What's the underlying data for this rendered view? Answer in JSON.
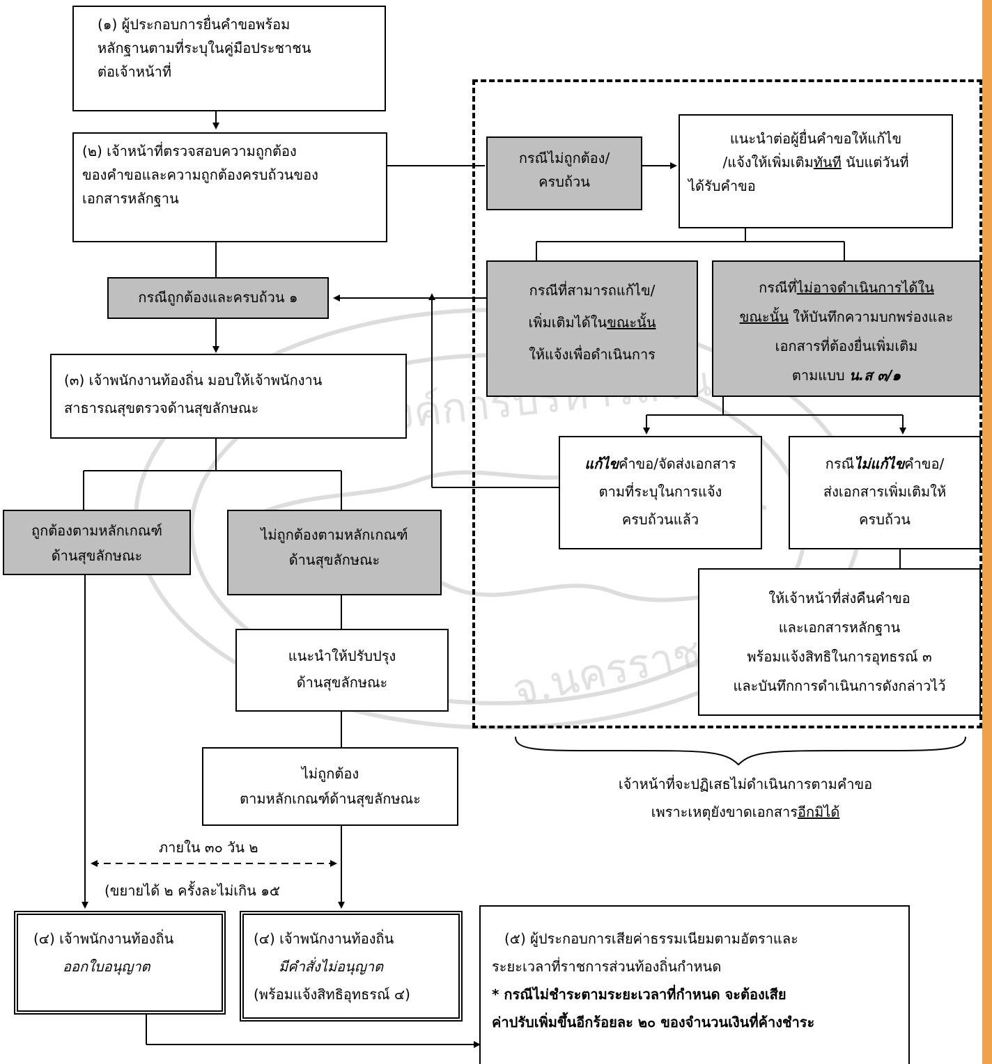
{
  "boxes": {
    "b1": {
      "l1": "(๑) ผู้ประกอบการยื่นคำขอพร้อม",
      "l2": "หลักฐานตามที่ระบุในคู่มือประชาชน",
      "l3": "ต่อเจ้าหน้าที่"
    },
    "b2": {
      "l1": "(๒)  เจ้าหน้าที่ตรวจสอบความถูกต้อง",
      "l2": "ของคำขอและความถูกต้องครบถ้วนของ",
      "l3": "เอกสารหลักฐาน"
    },
    "not_correct": {
      "l1": "กรณีไม่ถูกต้อง/",
      "l2": "ครบถ้วน"
    },
    "advise": {
      "l1": "แนะนำต่อผู้ยื่นคำขอให้แก้ไข",
      "l2a": "/แจ้งให้เพิ่มเติม",
      "l2u": "ทันที",
      "l2b": " นับแต่วันที่",
      "l3": "ได้รับคำขอ"
    },
    "correct": {
      "l1": "กรณีถูกต้องและครบถ้วน ๑"
    },
    "fixable": {
      "l1": "กรณีที่สามารถแก้ไข/",
      "l2a": "เพิ่มเติมได้ใน",
      "l2u": "ขณะนั้น",
      "l3": "ให้แจ้งเพื่อดำเนินการ"
    },
    "notfixable": {
      "l1a": "กรณีที่",
      "l1u": "ไม่อาจดำเนินการได้ใน",
      "l2u": "ขณะนั้น",
      "l2b": " ให้บันทึกความบกพร่องและ",
      "l3": "เอกสารที่ต้องยื่นเพิ่มเติม",
      "l4a": "ตามแบบ ",
      "l4b": "น.ส ๓/๑"
    },
    "b3": {
      "l1": "(๓) เจ้าพนักงานท้องถิ่น มอบให้เจ้าพนักงาน",
      "l2": "สาธารณสุขตรวจด้านสุขลักษณะ"
    },
    "fixed": {
      "l1a": "แก้ไข",
      "l1b": "คำขอ/จัดส่งเอกสาร",
      "l2": "ตามที่ระบุในการแจ้ง",
      "l3": "ครบถ้วนแล้ว"
    },
    "notfixed": {
      "l1a": "กรณี",
      "l1b": "ไม่แก้ไข",
      "l1c": "คำขอ/",
      "l2": "ส่งเอกสารเพิ่มเติมให้",
      "l3": "ครบถ้วน"
    },
    "ok_hyg": {
      "l1": "ถูกต้องตามหลักเกณฑ์",
      "l2": "ด้านสุขลักษณะ"
    },
    "notok_hyg": {
      "l1": "ไม่ถูกต้องตามหลักเกณฑ์",
      "l2": "ด้านสุขลักษณะ"
    },
    "return": {
      "l1": "ให้เจ้าหน้าที่ส่งคืนคำขอ",
      "l2": "และเอกสารหลักฐาน",
      "l3": "พร้อมแจ้งสิทธิในการอุทธรณ์ ๓",
      "l4": "และบันทึกการดำเนินการดังกล่าวไว้"
    },
    "improve": {
      "l1": "แนะนำให้ปรับปรุง",
      "l2": "ด้านสุขลักษณะ"
    },
    "still_not": {
      "l1": "ไม่ถูกต้อง",
      "l2": "ตามหลักเกณฑ์ด้านสุขลักษณะ"
    },
    "b4a": {
      "l1": "(๔)  เจ้าพนักงานท้องถิ่น",
      "l2": "ออกใบอนุญาต"
    },
    "b4b": {
      "l1": "(๔)  เจ้าพนักงานท้องถิ่น",
      "l2": "มีคำสั่งไม่อนุญาต",
      "l3": "(พร้อมแจ้งสิทธิอุทธรณ์ ๔)"
    },
    "b5": {
      "l1": "(๕) ผู้ประกอบการเสียค่าธรรมเนียมตามอัตราและ",
      "l2": "ระยะเวลาที่ราชการส่วนท้องถิ่นกำหนด",
      "l3": "* กรณีไม่ชำระตามระยะเวลาที่กำหนด จะต้องเสีย",
      "l4": "ค่าปรับเพิ่มขึ้นอีกร้อยละ ๒๐ ของจำนวนเงินที่ค้างชำระ"
    }
  },
  "labels": {
    "within": "ภายใน ๓๐ วัน ๒",
    "extend": "(ขยายได้ ๒ ครั้งละไม่เกิน ๑๕",
    "refuse1": "เจ้าหน้าที่จะปฏิเสธไม่ดำเนินการตามคำขอ",
    "refuse2a": "เพราะเหตุยังขาดเอกสาร",
    "refuse2u": "อีกมิได้"
  },
  "watermark": {
    "text1": "องค์การบริหารส่วนตำบลโนนทองหลาง",
    "text2": "จ.นครราชสีมา",
    "color": "#9a9a9a"
  }
}
